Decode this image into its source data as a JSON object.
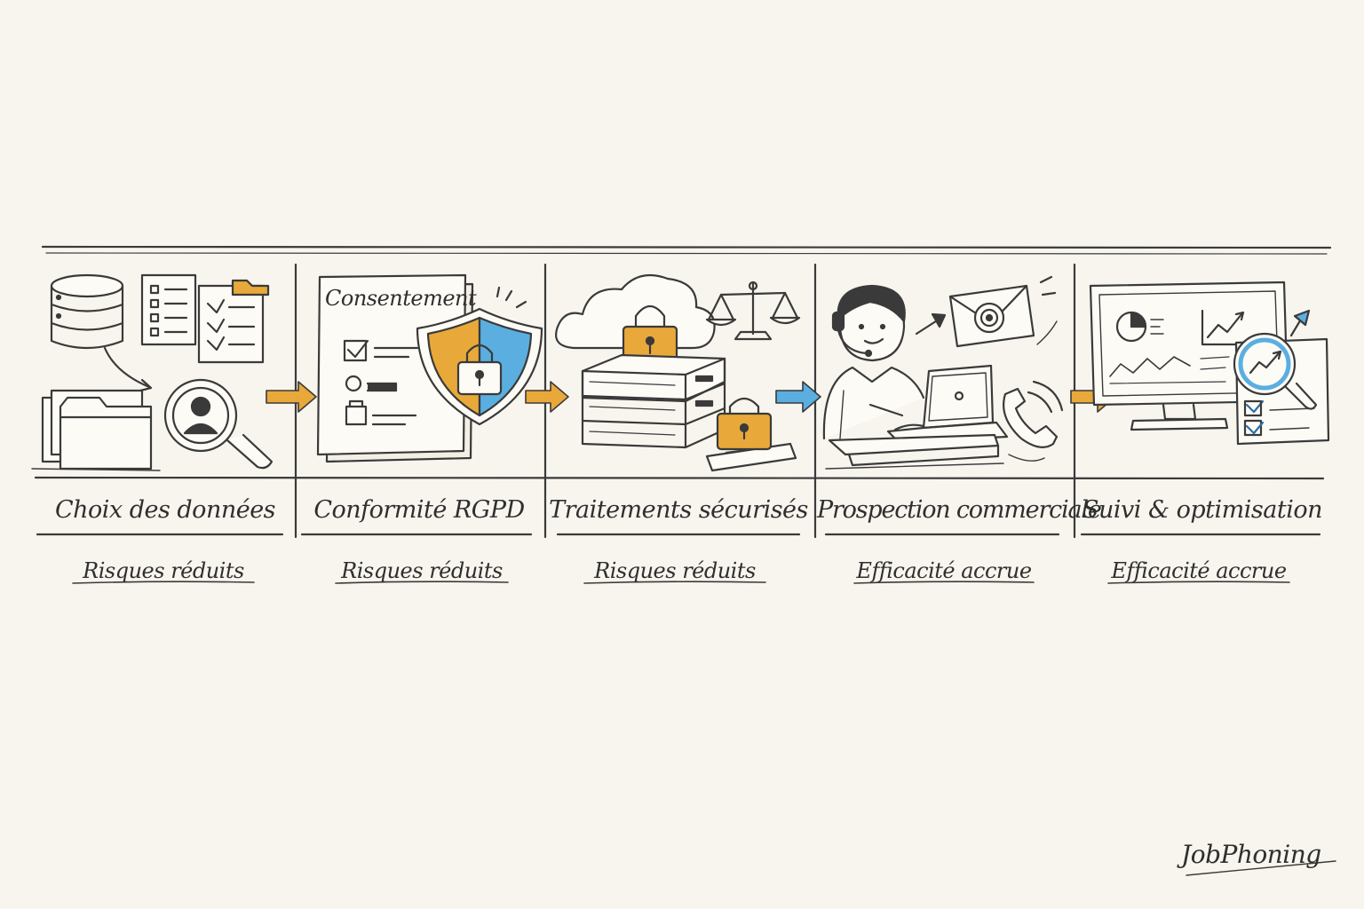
{
  "steps": [
    {
      "title": "Choix des données",
      "benefit": "Risques réduits"
    },
    {
      "title": "Conformité RGPD",
      "benefit": "Risques réduits",
      "document_heading": "Consentement"
    },
    {
      "title": "Traitements sécurisés",
      "benefit": "Risques réduits"
    },
    {
      "title": "Prospection commerciale",
      "benefit": "Efficacité accrue"
    },
    {
      "title": "Suivi & optimisation",
      "benefit": "Efficacité accrue"
    }
  ],
  "brand": "JobPhoning",
  "colors": {
    "ink": "#3a3a3a",
    "accent_orange": "#e8a93a",
    "accent_blue": "#5aaee0",
    "background": "#f8f5ee"
  },
  "icons": {
    "step1": [
      "database-icon",
      "checklist-icon",
      "folder-icon",
      "magnifier-user-icon"
    ],
    "step2": [
      "consent-document-icon",
      "shield-lock-icon"
    ],
    "step3": [
      "cloud-lock-icon",
      "scales-icon",
      "server-lock-icon"
    ],
    "step4": [
      "operator-headset-icon",
      "laptop-icon",
      "email-target-icon",
      "phone-icon"
    ],
    "step5": [
      "monitor-dashboard-icon",
      "magnifier-chart-icon",
      "report-icon"
    ]
  }
}
